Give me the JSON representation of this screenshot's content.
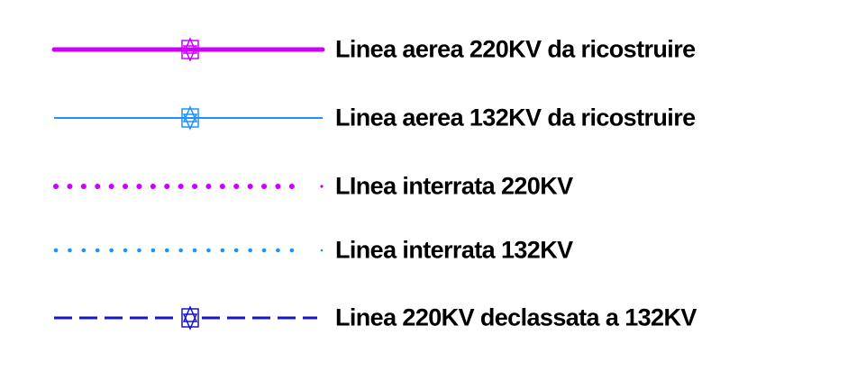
{
  "legend": {
    "items": [
      {
        "label": "Linea aerea 220KV da ricostruire",
        "line_style": "solid-thick",
        "color": "#cc00ff",
        "marker": "star-in-box-icon"
      },
      {
        "label": "Linea aerea 132KV da ricostruire",
        "line_style": "solid-thin",
        "color": "#1e90ff",
        "marker": "star-in-box-icon"
      },
      {
        "label": "LInea interrata 220KV",
        "line_style": "dotted",
        "color": "#cc00ff",
        "marker": ""
      },
      {
        "label": "Linea interrata 132KV",
        "line_style": "dotted",
        "color": "#1e90ff",
        "marker": ""
      },
      {
        "label": "Linea 220KV declassata a 132KV",
        "line_style": "dashed",
        "color": "#1414c8",
        "marker": "star-in-box-icon"
      }
    ]
  }
}
